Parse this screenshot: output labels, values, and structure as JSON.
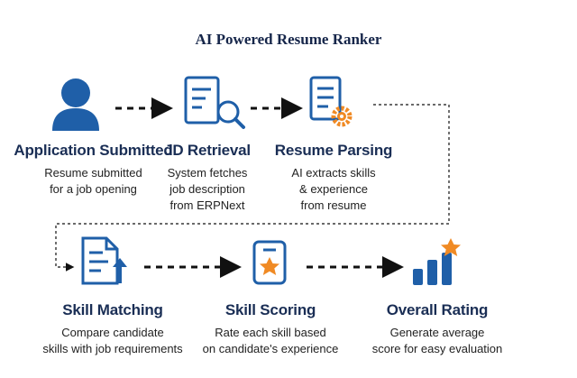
{
  "title": "AI Powered Resume Ranker",
  "steps": [
    {
      "title": "Application Submitted",
      "desc": [
        "Resume submitted",
        "for a job opening"
      ],
      "icon": "user-icon"
    },
    {
      "title": "JD Retrieval",
      "desc": [
        "System fetches",
        "job description",
        "from ERPNext"
      ],
      "icon": "document-search-icon"
    },
    {
      "title": "Resume Parsing",
      "desc": [
        "AI extracts skills",
        "& experience",
        "from resume"
      ],
      "icon": "document-gear-icon"
    },
    {
      "title": "Skill Matching",
      "desc": [
        "Compare candidate",
        "skills with job requirements"
      ],
      "icon": "document-upload-icon"
    },
    {
      "title": "Skill Scoring",
      "desc": [
        "Rate each skill based",
        "on candidate's experience"
      ],
      "icon": "card-star-icon"
    },
    {
      "title": "Overall Rating",
      "desc": [
        "Generate average",
        "score for easy evaluation"
      ],
      "icon": "bar-chart-star-icon"
    }
  ],
  "colors": {
    "blue": "#1f5fa8",
    "orange": "#f08a24",
    "navy": "#1a2e55"
  }
}
